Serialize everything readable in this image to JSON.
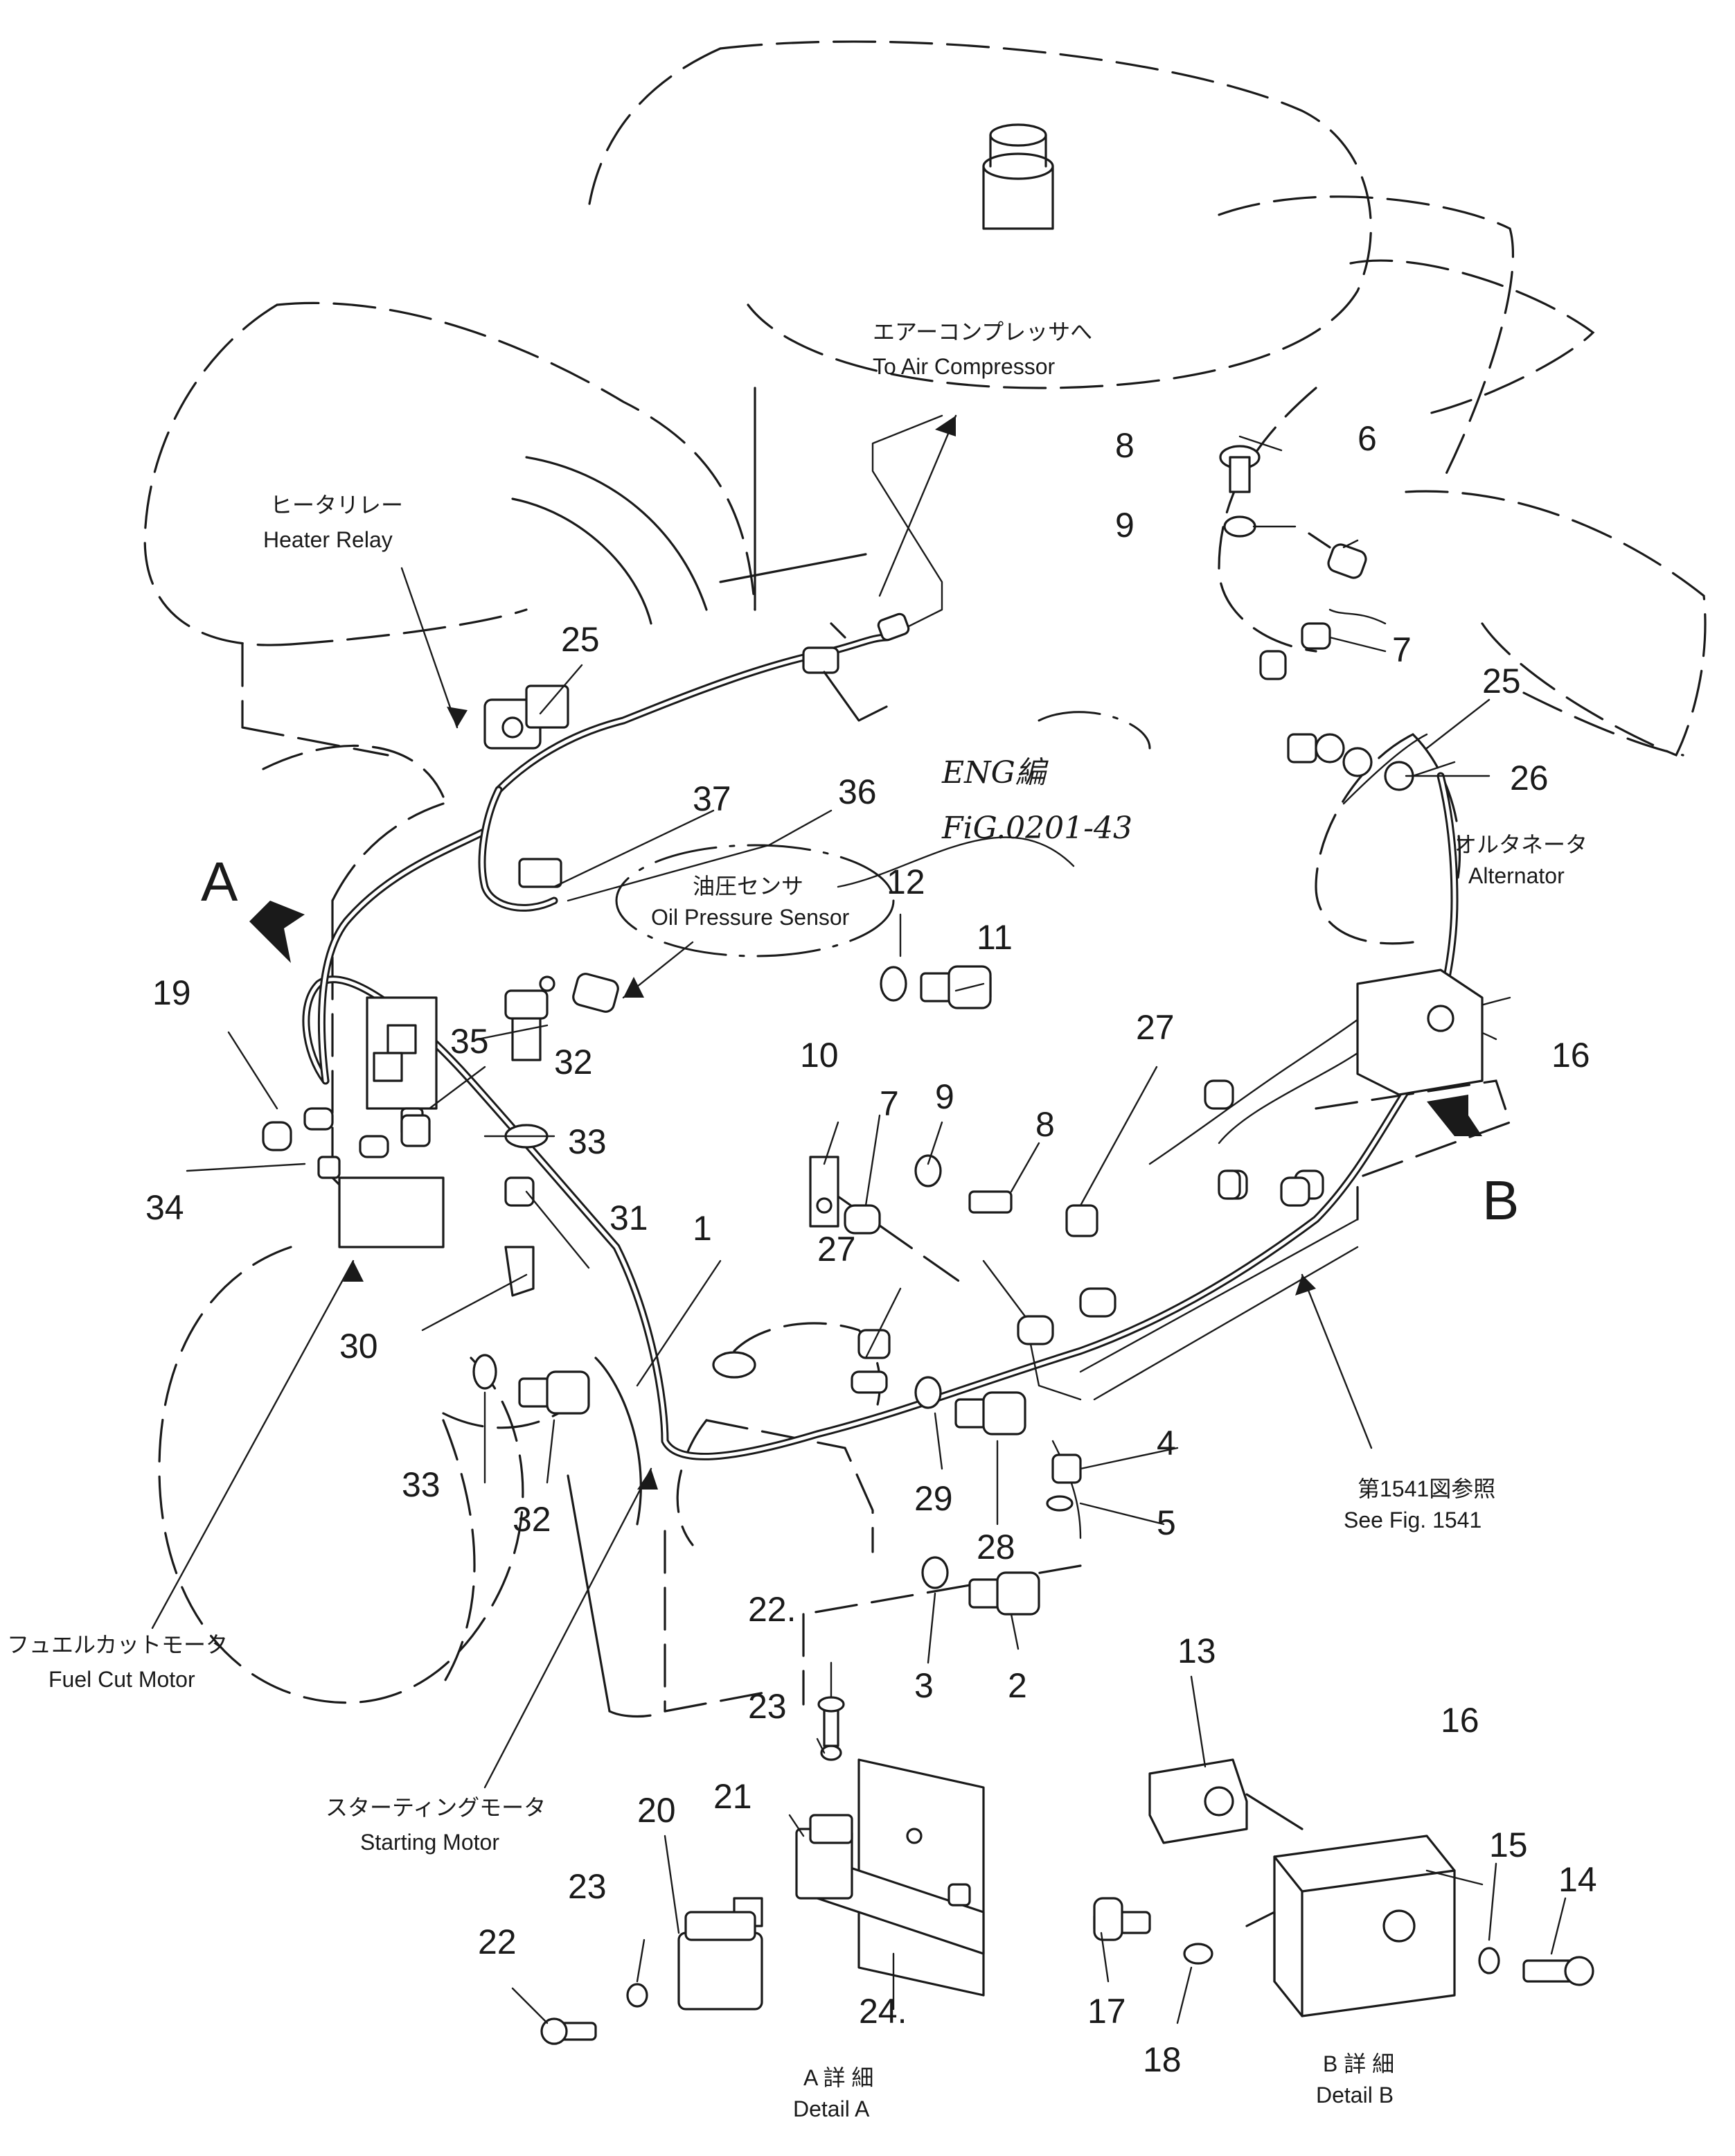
{
  "labels": {
    "air_compressor": {
      "ja": "エアーコンプレッサへ",
      "en": "To Air Compressor"
    },
    "heater_relay": {
      "ja": "ヒータリレー",
      "en": "Heater Relay"
    },
    "oil_pressure_sensor": {
      "ja": "油圧センサ",
      "en": "Oil Pressure Sensor"
    },
    "eng_note": {
      "line1": "ENG編",
      "line2": "FiG.0201-43"
    },
    "alternator": {
      "ja": "オルタネータ",
      "en": "Alternator"
    },
    "fuel_cut_motor": {
      "ja": "フュエルカットモータ",
      "en": "Fuel Cut Motor"
    },
    "starting_motor": {
      "ja": "スターティングモータ",
      "en": "Starting Motor"
    },
    "see_fig": {
      "ja": "第1541図参照",
      "en": "See Fig. 1541"
    },
    "detail_a": {
      "ja": "A 詳 細",
      "en": "Detail A"
    },
    "detail_b": {
      "ja": "B 詳 細",
      "en": "Detail B"
    },
    "view_a": "A",
    "view_b": "B"
  },
  "callouts": [
    "1",
    "2",
    "3",
    "4",
    "5",
    "6",
    "7",
    "7",
    "8",
    "8",
    "9",
    "9",
    "10",
    "11",
    "12",
    "13",
    "14",
    "15",
    "16",
    "16",
    "17",
    "18",
    "19",
    "20",
    "21",
    "22.",
    "22",
    "23",
    "23",
    "24.",
    "25",
    "25",
    "26",
    "27",
    "27",
    "28",
    "29",
    "30",
    "31",
    "32",
    "32",
    "33",
    "33",
    "34",
    "35",
    "36",
    "37"
  ]
}
